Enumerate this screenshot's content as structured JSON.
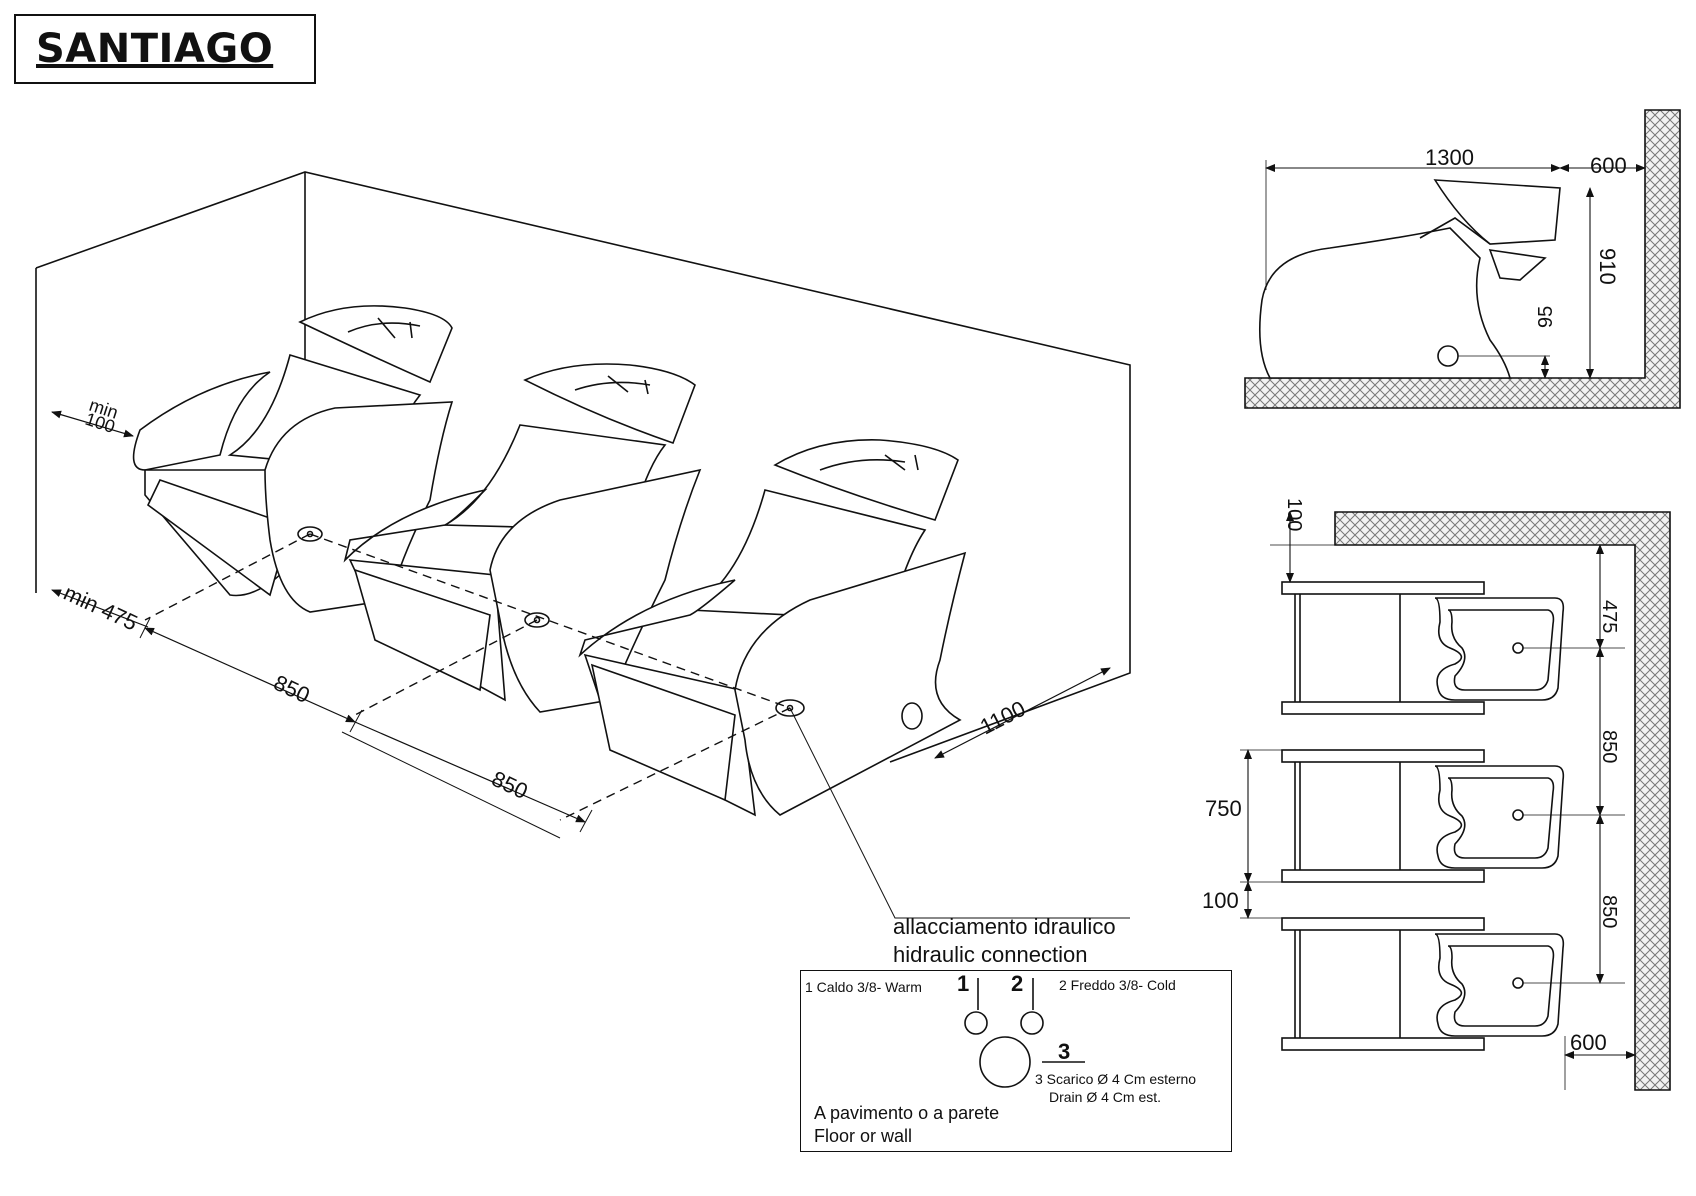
{
  "title": "SANTIAGO",
  "perspective": {
    "dim_min": "min",
    "dim_100": "100",
    "dim_min475": "min 475",
    "dim_850_a": "850",
    "dim_850_b": "850",
    "dim_1100": "1100"
  },
  "connection": {
    "label_it": "allacciamento idraulico",
    "label_en": "hidraulic connection",
    "warm": "1 Caldo 3/8- Warm",
    "num1": "1",
    "num2": "2",
    "cold": "2 Freddo 3/8- Cold",
    "num3": "3",
    "drain_it": "3 Scarico Ø 4 Cm esterno",
    "drain_en": "Drain  Ø 4 Cm est.",
    "floor_it": "A pavimento o a parete",
    "floor_en": "Floor or wall"
  },
  "side_view": {
    "dim_1300": "1300",
    "dim_600": "600",
    "dim_910": "910",
    "dim_95": "95"
  },
  "plan_view": {
    "dim_100_top": "100",
    "dim_475": "475",
    "dim_850_a": "850",
    "dim_850_b": "850",
    "dim_750": "750",
    "dim_100_gap": "100",
    "dim_600": "600"
  }
}
